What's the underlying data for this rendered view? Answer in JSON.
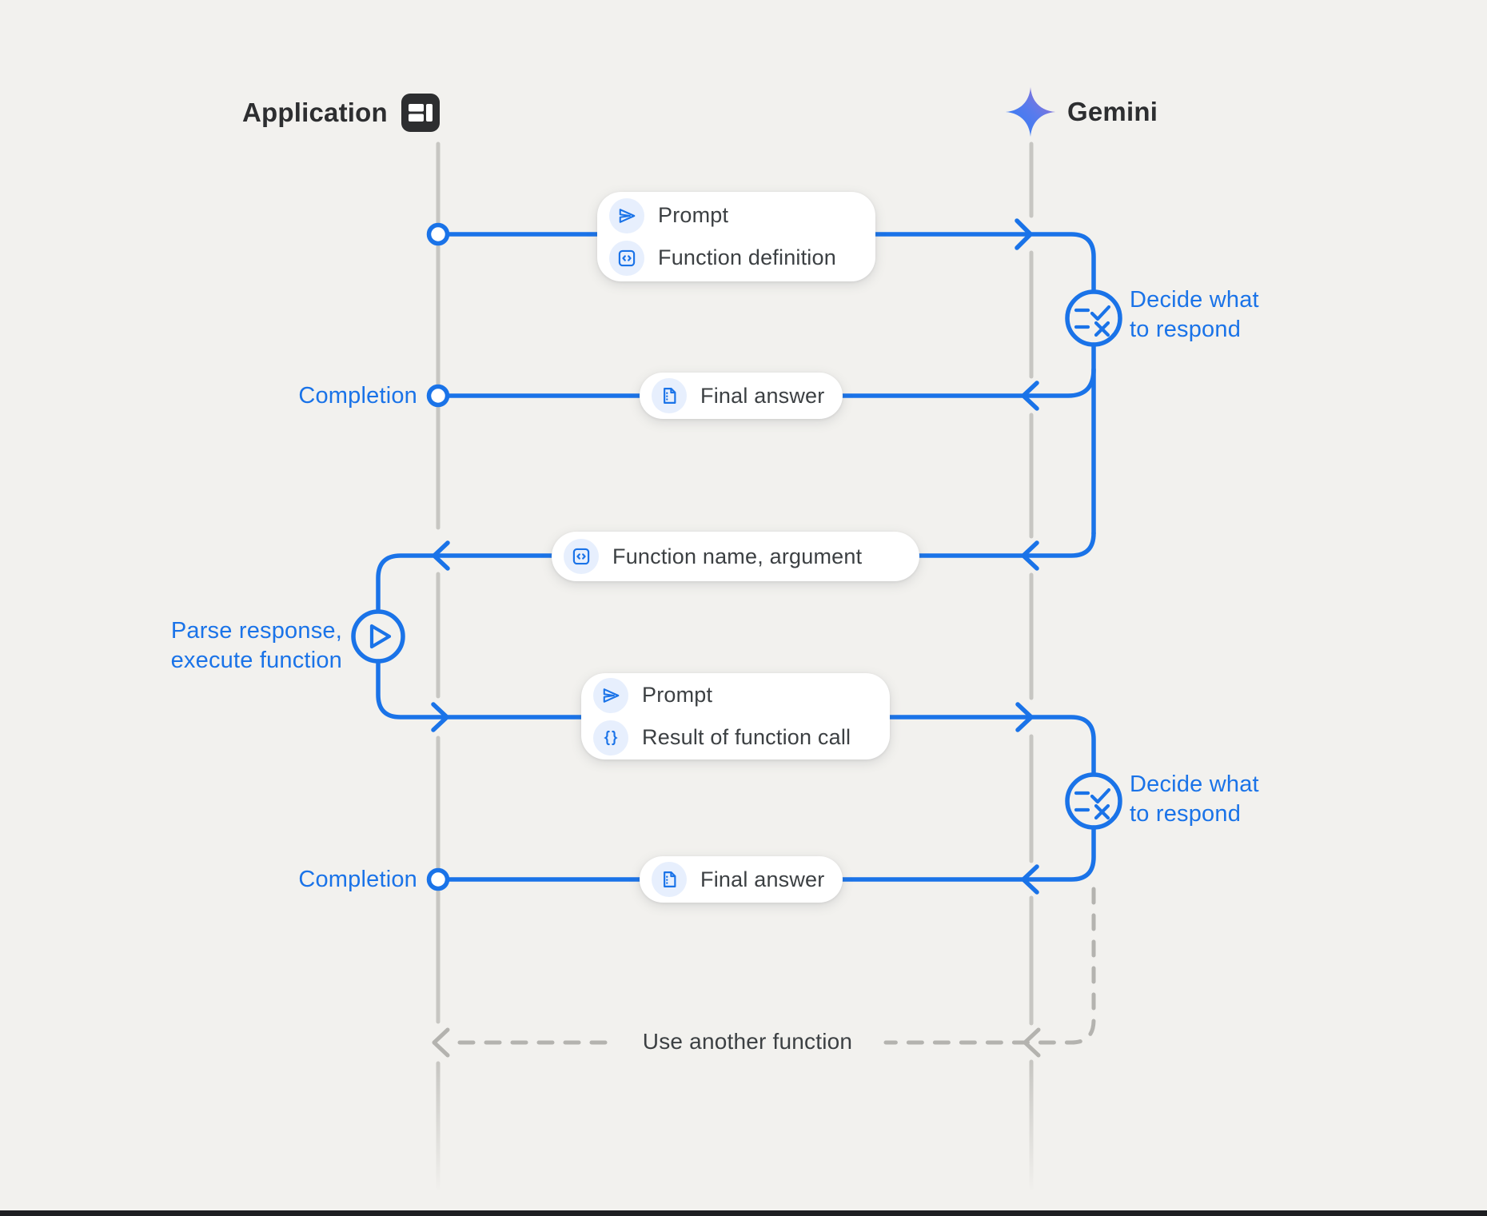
{
  "header": {
    "application_label": "Application",
    "gemini_label": "Gemini"
  },
  "boxes": {
    "prompt_function_definition": {
      "row1": "Prompt",
      "row2": "Function definition"
    },
    "final_answer_1": {
      "row1": "Final answer"
    },
    "function_name_argument": {
      "row1": "Function name, argument"
    },
    "prompt_result": {
      "row1": "Prompt",
      "row2": "Result of function call"
    },
    "final_answer_2": {
      "row1": "Final answer"
    }
  },
  "labels": {
    "completion_1": "Completion",
    "completion_2": "Completion",
    "decide_1": {
      "line1": "Decide what",
      "line2": "to respond"
    },
    "decide_2": {
      "line1": "Decide what",
      "line2": "to respond"
    },
    "parse": {
      "line1": "Parse response,",
      "line2": "execute function"
    },
    "use_another_function": "Use another function"
  },
  "icons": {
    "application": "app-window-icon",
    "gemini": "gemini-sparkle-icon",
    "prompt": "send-icon",
    "function_definition": "code-box-icon",
    "final_answer": "document-icon",
    "result_of_function_call": "braces-icon",
    "decide": "rule-check-x-icon",
    "parse": "play-icon"
  },
  "colors": {
    "accent_blue": "#1a73e8",
    "lifeline_gray": "#c7c6c2",
    "dashed_gray": "#b4b3af",
    "box_text": "#3c4043",
    "background": "#f2f1ee",
    "badge_bg": "#e7effd",
    "header_text": "#2d2e30"
  }
}
